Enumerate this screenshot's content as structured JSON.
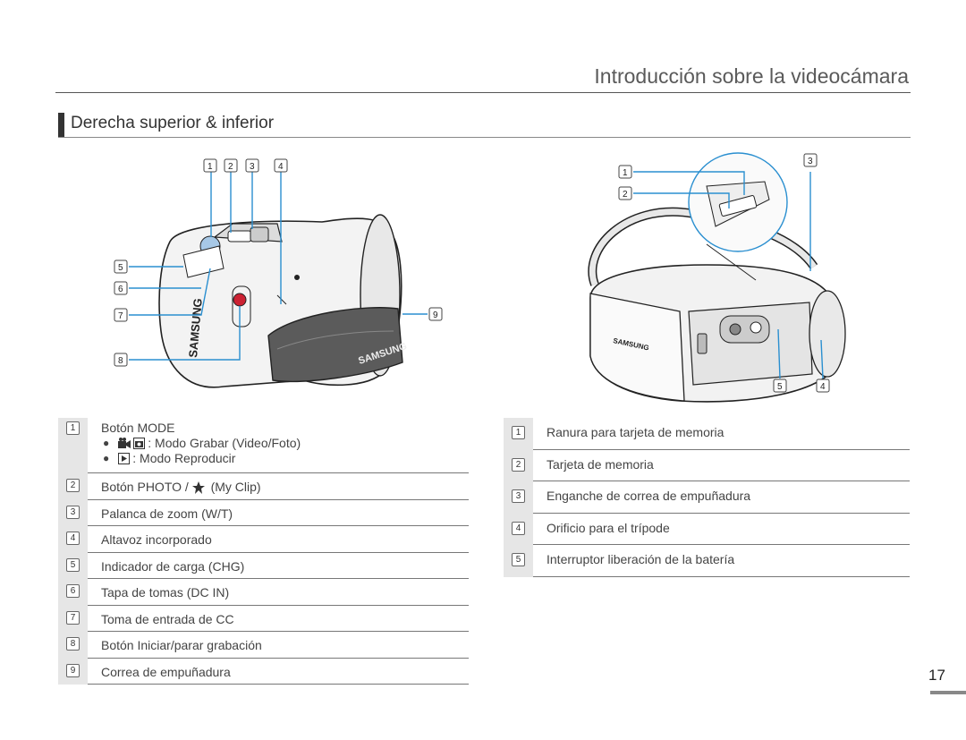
{
  "header": {
    "title": "Introducción sobre la videocámara"
  },
  "section": {
    "title": "Derecha superior & inferior"
  },
  "left_figure": {
    "callouts": [
      "1",
      "2",
      "3",
      "4",
      "5",
      "6",
      "7",
      "8",
      "9"
    ],
    "brand": "SAMSUNG"
  },
  "right_figure": {
    "callouts": [
      "1",
      "2",
      "3",
      "4",
      "5"
    ],
    "brand": "SAMSUNG"
  },
  "legend_left": [
    {
      "num": "1",
      "label": "Botón MODE",
      "subs": [
        {
          "label": ": Modo Grabar (Video/Foto)"
        },
        {
          "label": ": Modo Reproducir"
        }
      ]
    },
    {
      "num": "2",
      "label": "Botón PHOTO /",
      "suffix": "(My Clip)"
    },
    {
      "num": "3",
      "label": "Palanca de zoom (W/T)"
    },
    {
      "num": "4",
      "label": "Altavoz incorporado"
    },
    {
      "num": "5",
      "label": "Indicador de carga (CHG)"
    },
    {
      "num": "6",
      "label": "Tapa de tomas (DC IN)"
    },
    {
      "num": "7",
      "label": "Toma de entrada de CC"
    },
    {
      "num": "8",
      "label": "Botón Iniciar/parar grabación"
    },
    {
      "num": "9",
      "label": "Correa de empuñadura"
    }
  ],
  "legend_right": [
    {
      "num": "1",
      "label": "Ranura para tarjeta de memoria"
    },
    {
      "num": "2",
      "label": "Tarjeta de memoria"
    },
    {
      "num": "3",
      "label": "Enganche de correa de empuñadura"
    },
    {
      "num": "4",
      "label": "Orificio para el trípode"
    },
    {
      "num": "5",
      "label": "Interruptor liberación de la batería"
    }
  ],
  "page": {
    "number": "17"
  },
  "colors": {
    "callout_line": "#2a8fd0",
    "header_text": "#5a5a5a"
  }
}
